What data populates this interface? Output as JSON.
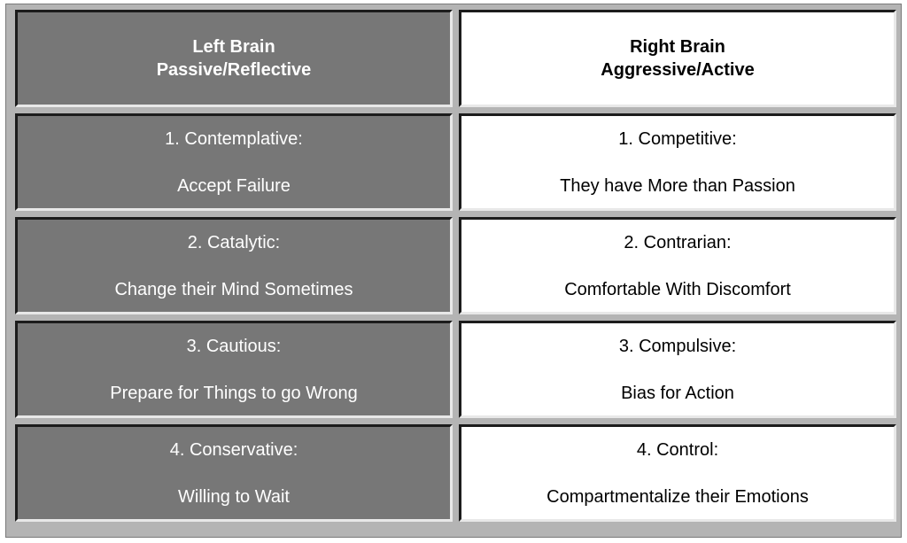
{
  "header": {
    "left": {
      "line1": "Left Brain",
      "line2": "Passive/Reflective"
    },
    "right": {
      "line1": "Right Brain",
      "line2": "Aggressive/Active"
    }
  },
  "rows": [
    {
      "left": {
        "title": "1. Contemplative:",
        "desc": "Accept Failure"
      },
      "right": {
        "title": "1. Competitive:",
        "desc": "They have More than Passion"
      }
    },
    {
      "left": {
        "title": "2. Catalytic:",
        "desc": "Change their Mind Sometimes"
      },
      "right": {
        "title": "2. Contrarian:",
        "desc": "Comfortable With Discomfort"
      }
    },
    {
      "left": {
        "title": "3. Cautious:",
        "desc": "Prepare for Things to go Wrong"
      },
      "right": {
        "title": "3. Compulsive:",
        "desc": "Bias for Action"
      }
    },
    {
      "left": {
        "title": "4. Conservative:",
        "desc": "Willing to Wait"
      },
      "right": {
        "title": "4. Control:",
        "desc": "Compartmentalize their Emotions"
      }
    }
  ]
}
